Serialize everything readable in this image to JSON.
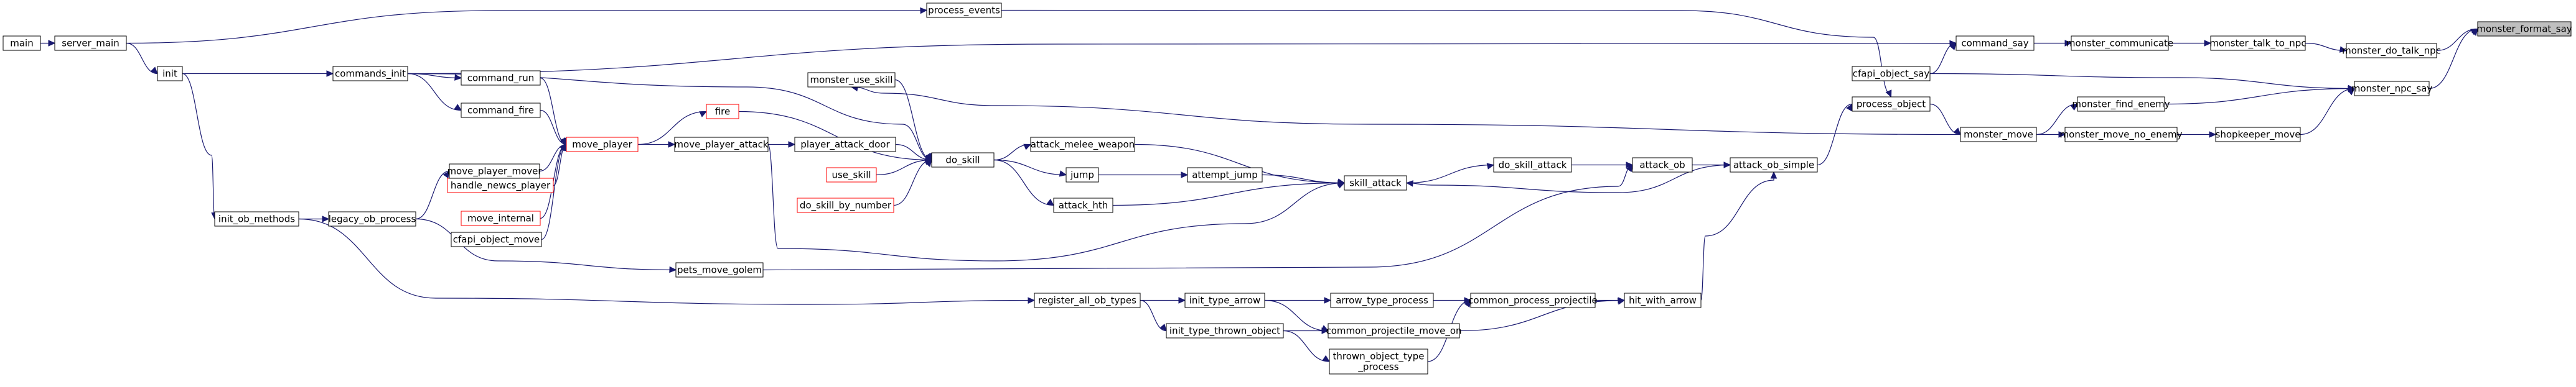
{
  "diagram": {
    "type": "call-graph",
    "root": "monster_format_say",
    "colors": {
      "edge": "#191970",
      "node_border": "#000000",
      "node_border_incomplete": "#ff0000",
      "root_fill": "#bfbfbf",
      "node_fill": "#ffffff"
    },
    "nodes": [
      {
        "id": "monster_format_say",
        "label": "monster_format_say",
        "style": "root"
      },
      {
        "id": "monster_do_talk_npc",
        "label": "monster_do_talk_npc",
        "style": "normal"
      },
      {
        "id": "monster_npc_say",
        "label": "monster_npc_say",
        "style": "normal"
      },
      {
        "id": "monster_talk_to_npc",
        "label": "monster_talk_to_npc",
        "style": "normal"
      },
      {
        "id": "monster_communicate",
        "label": "monster_communicate",
        "style": "normal"
      },
      {
        "id": "command_say",
        "label": "command_say",
        "style": "normal"
      },
      {
        "id": "cfapi_object_say",
        "label": "cfapi_object_say",
        "style": "normal"
      },
      {
        "id": "monster_find_enemy",
        "label": "monster_find_enemy",
        "style": "normal"
      },
      {
        "id": "monster_move_no_enemy",
        "label": "monster_move_no_enemy",
        "style": "normal"
      },
      {
        "id": "shopkeeper_move",
        "label": "shopkeeper_move",
        "style": "normal"
      },
      {
        "id": "monster_move",
        "label": "monster_move",
        "style": "normal"
      },
      {
        "id": "process_object",
        "label": "process_object",
        "style": "normal"
      },
      {
        "id": "process_events",
        "label": "process_events",
        "style": "normal"
      },
      {
        "id": "server_main",
        "label": "server_main",
        "style": "normal"
      },
      {
        "id": "main",
        "label": "main",
        "style": "normal"
      },
      {
        "id": "commands_init",
        "label": "commands_init",
        "style": "normal"
      },
      {
        "id": "init",
        "label": "init",
        "style": "normal"
      },
      {
        "id": "attack_ob_simple",
        "label": "attack_ob_simple",
        "style": "normal"
      },
      {
        "id": "attack_ob",
        "label": "attack_ob",
        "style": "normal"
      },
      {
        "id": "hit_with_arrow",
        "label": "hit_with_arrow",
        "style": "normal"
      },
      {
        "id": "do_skill_attack",
        "label": "do_skill_attack",
        "style": "normal"
      },
      {
        "id": "skill_attack",
        "label": "skill_attack",
        "style": "normal"
      },
      {
        "id": "attack_melee_weapon",
        "label": "attack_melee_weapon",
        "style": "normal"
      },
      {
        "id": "attempt_jump",
        "label": "attempt_jump",
        "style": "normal"
      },
      {
        "id": "jump",
        "label": "jump",
        "style": "normal"
      },
      {
        "id": "attack_hth",
        "label": "attack_hth",
        "style": "normal"
      },
      {
        "id": "do_skill",
        "label": "do_skill",
        "style": "normal"
      },
      {
        "id": "monster_use_skill",
        "label": "monster_use_skill",
        "style": "normal"
      },
      {
        "id": "fire",
        "label": "fire",
        "style": "incomplete"
      },
      {
        "id": "player_attack_door",
        "label": "player_attack_door",
        "style": "normal"
      },
      {
        "id": "use_skill",
        "label": "use_skill",
        "style": "incomplete"
      },
      {
        "id": "do_skill_by_number",
        "label": "do_skill_by_number",
        "style": "incomplete"
      },
      {
        "id": "move_player_attack",
        "label": "move_player_attack",
        "style": "normal"
      },
      {
        "id": "move_player",
        "label": "move_player",
        "style": "incomplete"
      },
      {
        "id": "command_run",
        "label": "command_run",
        "style": "normal"
      },
      {
        "id": "command_fire",
        "label": "command_fire",
        "style": "normal"
      },
      {
        "id": "handle_newcs_player",
        "label": "handle_newcs_player",
        "style": "incomplete"
      },
      {
        "id": "move_player_mover",
        "label": "move_player_mover",
        "style": "normal"
      },
      {
        "id": "move_internal",
        "label": "move_internal",
        "style": "incomplete"
      },
      {
        "id": "cfapi_object_move",
        "label": "cfapi_object_move",
        "style": "normal"
      },
      {
        "id": "legacy_ob_process",
        "label": "legacy_ob_process",
        "style": "normal"
      },
      {
        "id": "init_ob_methods",
        "label": "init_ob_methods",
        "style": "normal"
      },
      {
        "id": "pets_move_golem",
        "label": "pets_move_golem",
        "style": "normal"
      },
      {
        "id": "register_all_ob_types",
        "label": "register_all_ob_types",
        "style": "normal"
      },
      {
        "id": "init_type_arrow",
        "label": "init_type_arrow",
        "style": "normal"
      },
      {
        "id": "init_type_thrown_object",
        "label": "init_type_thrown_object",
        "style": "normal"
      },
      {
        "id": "arrow_type_process",
        "label": "arrow_type_process",
        "style": "normal"
      },
      {
        "id": "common_process_projectile",
        "label": "common_process_projectile",
        "style": "normal"
      },
      {
        "id": "common_projectile_move_on",
        "label": "common_projectile_move_on",
        "style": "normal"
      },
      {
        "id": "thrown_object_type_process",
        "label": "thrown_object_type\n_process",
        "style": "normal"
      }
    ],
    "edges": [
      {
        "from": "monster_do_talk_npc",
        "to": "monster_format_say"
      },
      {
        "from": "monster_npc_say",
        "to": "monster_format_say"
      },
      {
        "from": "monster_talk_to_npc",
        "to": "monster_do_talk_npc"
      },
      {
        "from": "monster_communicate",
        "to": "monster_talk_to_npc"
      },
      {
        "from": "command_say",
        "to": "monster_communicate"
      },
      {
        "from": "commands_init",
        "to": "command_say"
      },
      {
        "from": "cfapi_object_say",
        "to": "command_say"
      },
      {
        "from": "monster_find_enemy",
        "to": "monster_npc_say"
      },
      {
        "from": "shopkeeper_move",
        "to": "monster_npc_say"
      },
      {
        "from": "monster_move_no_enemy",
        "to": "shopkeeper_move"
      },
      {
        "from": "monster_move",
        "to": "monster_find_enemy"
      },
      {
        "from": "monster_move",
        "to": "monster_move_no_enemy"
      },
      {
        "from": "process_object",
        "to": "monster_move"
      },
      {
        "from": "process_events",
        "to": "process_object"
      },
      {
        "from": "server_main",
        "to": "process_events"
      },
      {
        "from": "main",
        "to": "server_main"
      },
      {
        "from": "server_main",
        "to": "init"
      },
      {
        "from": "init",
        "to": "commands_init"
      },
      {
        "from": "attack_ob_simple",
        "to": "process_object"
      },
      {
        "from": "attack_ob",
        "to": "attack_ob_simple"
      },
      {
        "from": "hit_with_arrow",
        "to": "attack_ob_simple"
      },
      {
        "from": "do_skill_attack",
        "to": "attack_ob"
      },
      {
        "from": "skill_attack",
        "to": "do_skill_attack"
      },
      {
        "from": "attack_melee_weapon",
        "to": "skill_attack"
      },
      {
        "from": "attempt_jump",
        "to": "skill_attack"
      },
      {
        "from": "attack_hth",
        "to": "skill_attack"
      },
      {
        "from": "monster_move",
        "to": "monster_use_skill"
      },
      {
        "from": "monster_use_skill",
        "to": "do_skill"
      },
      {
        "from": "do_skill",
        "to": "attack_melee_weapon"
      },
      {
        "from": "do_skill",
        "to": "jump"
      },
      {
        "from": "jump",
        "to": "attempt_jump"
      },
      {
        "from": "do_skill",
        "to": "attack_hth"
      },
      {
        "from": "fire",
        "to": "do_skill"
      },
      {
        "from": "player_attack_door",
        "to": "do_skill"
      },
      {
        "from": "use_skill",
        "to": "do_skill"
      },
      {
        "from": "do_skill_by_number",
        "to": "do_skill"
      },
      {
        "from": "move_player_attack",
        "to": "player_attack_door"
      },
      {
        "from": "move_player",
        "to": "move_player_attack"
      },
      {
        "from": "move_player",
        "to": "fire"
      },
      {
        "from": "command_run",
        "to": "move_player"
      },
      {
        "from": "command_fire",
        "to": "move_player"
      },
      {
        "from": "handle_newcs_player",
        "to": "move_player"
      },
      {
        "from": "move_player_mover",
        "to": "move_player"
      },
      {
        "from": "move_internal",
        "to": "move_player"
      },
      {
        "from": "cfapi_object_move",
        "to": "move_player"
      },
      {
        "from": "commands_init",
        "to": "command_run"
      },
      {
        "from": "commands_init",
        "to": "command_fire"
      },
      {
        "from": "commands_init",
        "to": "do_skill"
      },
      {
        "from": "legacy_ob_process",
        "to": "move_player_mover"
      },
      {
        "from": "init_ob_methods",
        "to": "legacy_ob_process"
      },
      {
        "from": "init",
        "to": "init_ob_methods"
      },
      {
        "from": "legacy_ob_process",
        "to": "pets_move_golem"
      },
      {
        "from": "pets_move_golem",
        "to": "attack_ob"
      },
      {
        "from": "attack_ob_simple",
        "to": "skill_attack"
      },
      {
        "from": "move_player_attack",
        "to": "skill_attack"
      },
      {
        "from": "init_ob_methods",
        "to": "register_all_ob_types"
      },
      {
        "from": "register_all_ob_types",
        "to": "init_type_arrow"
      },
      {
        "from": "register_all_ob_types",
        "to": "init_type_thrown_object"
      },
      {
        "from": "init_type_arrow",
        "to": "arrow_type_process"
      },
      {
        "from": "arrow_type_process",
        "to": "common_process_projectile"
      },
      {
        "from": "common_process_projectile",
        "to": "hit_with_arrow"
      },
      {
        "from": "init_type_arrow",
        "to": "common_projectile_move_on"
      },
      {
        "from": "init_type_thrown_object",
        "to": "common_projectile_move_on"
      },
      {
        "from": "common_projectile_move_on",
        "to": "hit_with_arrow"
      },
      {
        "from": "init_type_thrown_object",
        "to": "thrown_object_type_process"
      },
      {
        "from": "thrown_object_type_process",
        "to": "common_process_projectile"
      },
      {
        "from": "cfapi_object_say",
        "to": "monster_npc_say"
      }
    ]
  }
}
